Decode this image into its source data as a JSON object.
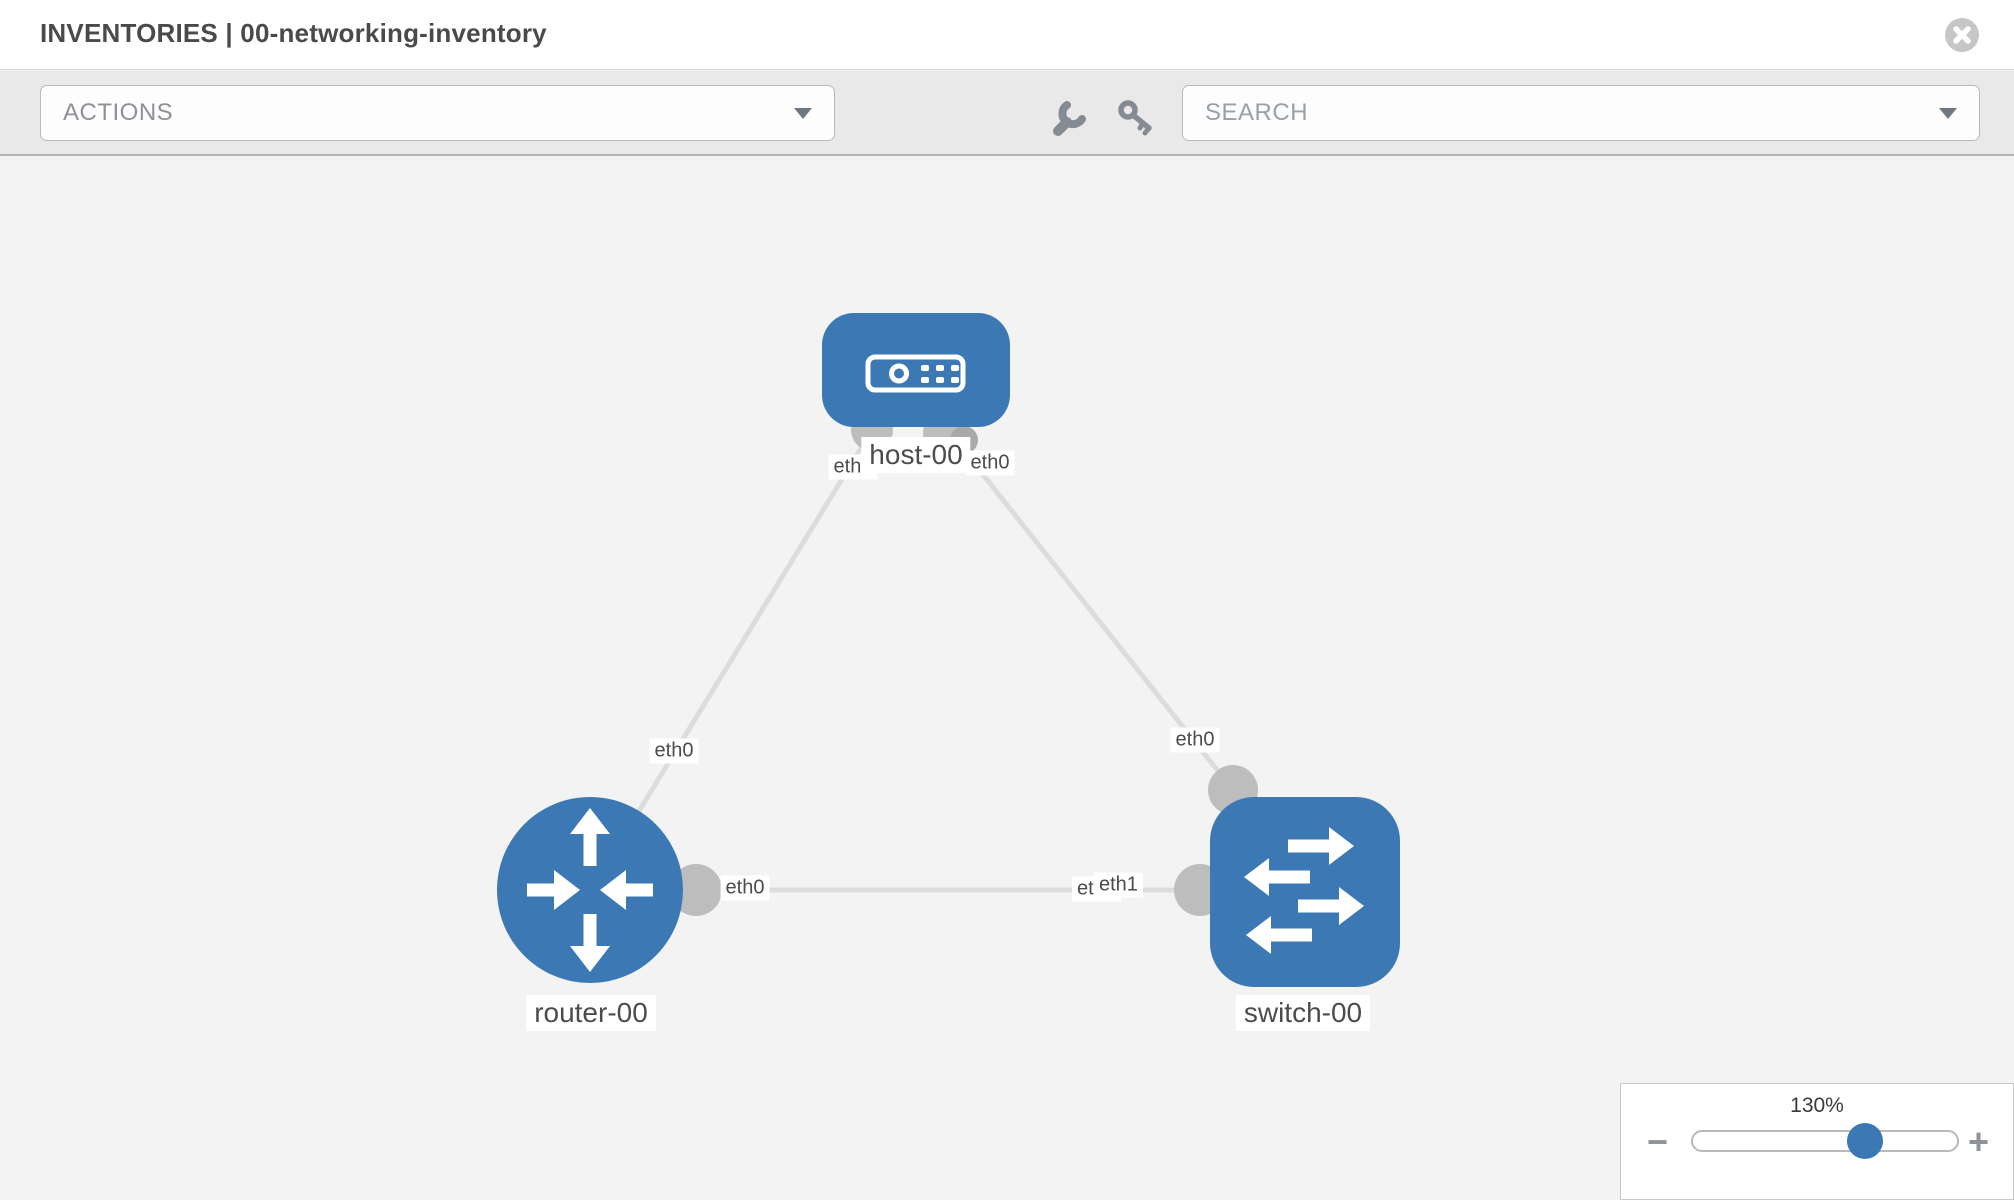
{
  "header": {
    "title": "INVENTORIES | 00-networking-inventory"
  },
  "toolbar": {
    "actions_label": "ACTIONS",
    "search_label": "SEARCH"
  },
  "icons": {
    "close": "x-circle-icon",
    "wrench": "wrench-icon",
    "key": "key-icon",
    "actions_caret": "chevron-down-icon",
    "search_caret": "chevron-down-icon",
    "zoom_out": "minus-icon",
    "zoom_in": "plus-icon"
  },
  "topology": {
    "nodes": [
      {
        "name": "host-00",
        "type": "host",
        "shape": "rounded-rect",
        "icon": "server-icon"
      },
      {
        "name": "router-00",
        "type": "router",
        "shape": "circle",
        "icon": "router-arrows-icon"
      },
      {
        "name": "switch-00",
        "type": "switch",
        "shape": "rounded-square",
        "icon": "switch-arrows-icon"
      }
    ],
    "links": [
      {
        "source": "host-00",
        "source_interface": "eth0",
        "target": "router-00",
        "target_interface": "eth0"
      },
      {
        "source": "host-00",
        "source_interface": "eth0",
        "target": "switch-00",
        "target_interface": "eth0"
      },
      {
        "source": "router-00",
        "source_interface": "eth0",
        "target": "switch-00",
        "target_interface": "eth1"
      }
    ],
    "labels": {
      "host": "host-00",
      "router": "router-00",
      "switch": "switch-00",
      "if_host_left": "eth0",
      "if_host_right": "eth0",
      "if_router_top": "eth0",
      "if_switch_top": "eth0",
      "if_router_right": "eth0",
      "if_switch_left_back": "eth0",
      "if_switch_left_front": "eth1"
    }
  },
  "zoom_control": {
    "level": "130%",
    "minus": "−",
    "plus": "+",
    "handle_percent": 64
  },
  "colors": {
    "node_blue": "#3c79b4",
    "link_gray": "#dcdcdc",
    "stub_gray": "#bdbdbd",
    "toolbar_bg": "#e9e9e9",
    "canvas_bg": "#f3f3f3",
    "header_bg": "#ffffff"
  }
}
